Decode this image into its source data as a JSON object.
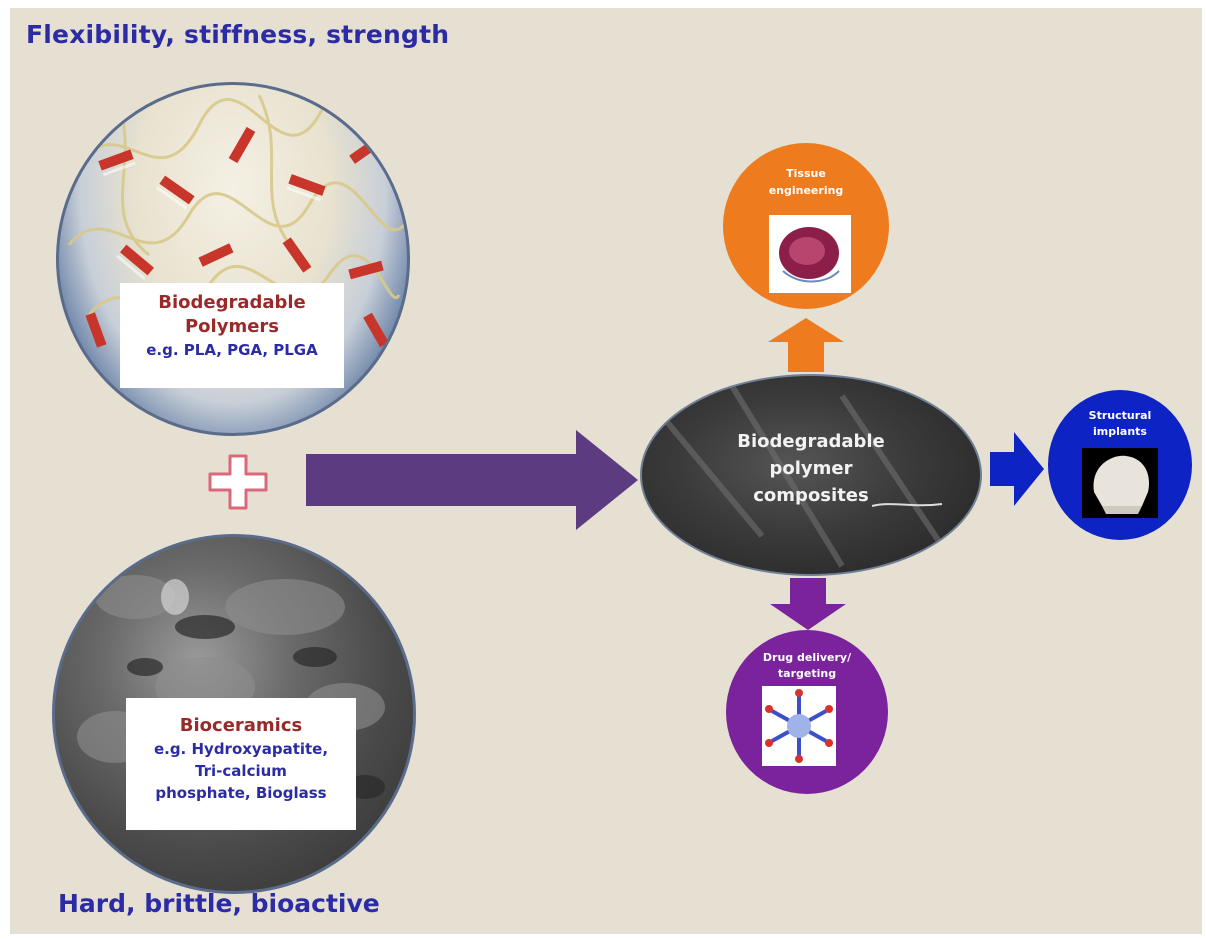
{
  "headings": {
    "top": "Flexibility, stiffness, strength",
    "bottom": "Hard, brittle, bioactive"
  },
  "polymers": {
    "title_line1": "Biodegradable",
    "title_line2": "Polymers",
    "examples": "e.g. PLA, PGA, PLGA"
  },
  "ceramics": {
    "title": "Bioceramics",
    "examples_line1": "e.g. Hydroxyapatite,",
    "examples_line2": "Tri-calcium",
    "examples_line3": "phosphate, Bioglass"
  },
  "composite": {
    "line1": "Biodegradable",
    "line2": "polymer",
    "line3": "composites"
  },
  "applications": {
    "tissue": {
      "line1": "Tissue",
      "line2": "engineering"
    },
    "drug": {
      "line1": "Drug delivery/",
      "line2": "targeting"
    },
    "implant": {
      "line1": "Structural",
      "line2": "implants"
    }
  },
  "colors": {
    "background": "#e6e0d3",
    "heading_text": "#2b2ba6",
    "label_title": "#9a2a2a",
    "main_arrow": "#5d3b80",
    "tissue": "#ee7b1d",
    "drug": "#7b239c",
    "implant": "#0d23c4"
  },
  "icons": {
    "plus": "plus-icon",
    "main_arrow": "arrow-right-icon",
    "to_tissue": "arrow-up-icon",
    "to_drug": "arrow-down-icon",
    "to_implant": "arrow-right-icon"
  }
}
